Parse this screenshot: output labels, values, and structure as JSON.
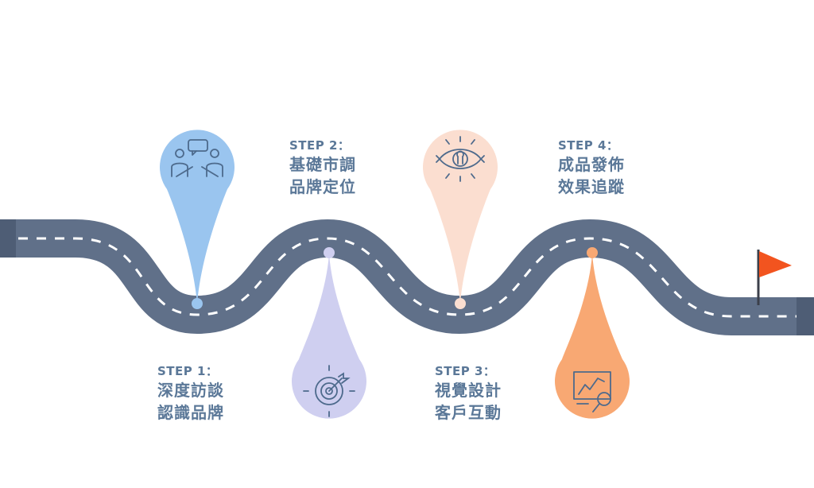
{
  "steps": [
    {
      "label": "STEP 1：",
      "line1": "深度訪談",
      "line2": "認識品牌",
      "icon": "interview-people-icon",
      "color": "#9ac5ef"
    },
    {
      "label": "STEP 2：",
      "line1": "基礎市調",
      "line2": "品牌定位",
      "icon": "target-icon",
      "color": "#cfcff0"
    },
    {
      "label": "STEP 3：",
      "line1": "視覺設計",
      "line2": "客戶互動",
      "icon": "eye-idea-icon",
      "color": "#fbded0"
    },
    {
      "label": "STEP 4：",
      "line1": "成品發佈",
      "line2": "效果追蹤",
      "icon": "chart-search-icon",
      "color": "#f8a873"
    }
  ],
  "colors": {
    "road": "#607089",
    "road_edge": "#4e5d75",
    "dash": "#ffffff",
    "flag": "#f2541f",
    "flag_pole": "#3b3f4a",
    "icon_stroke": "#4d6a8c"
  }
}
